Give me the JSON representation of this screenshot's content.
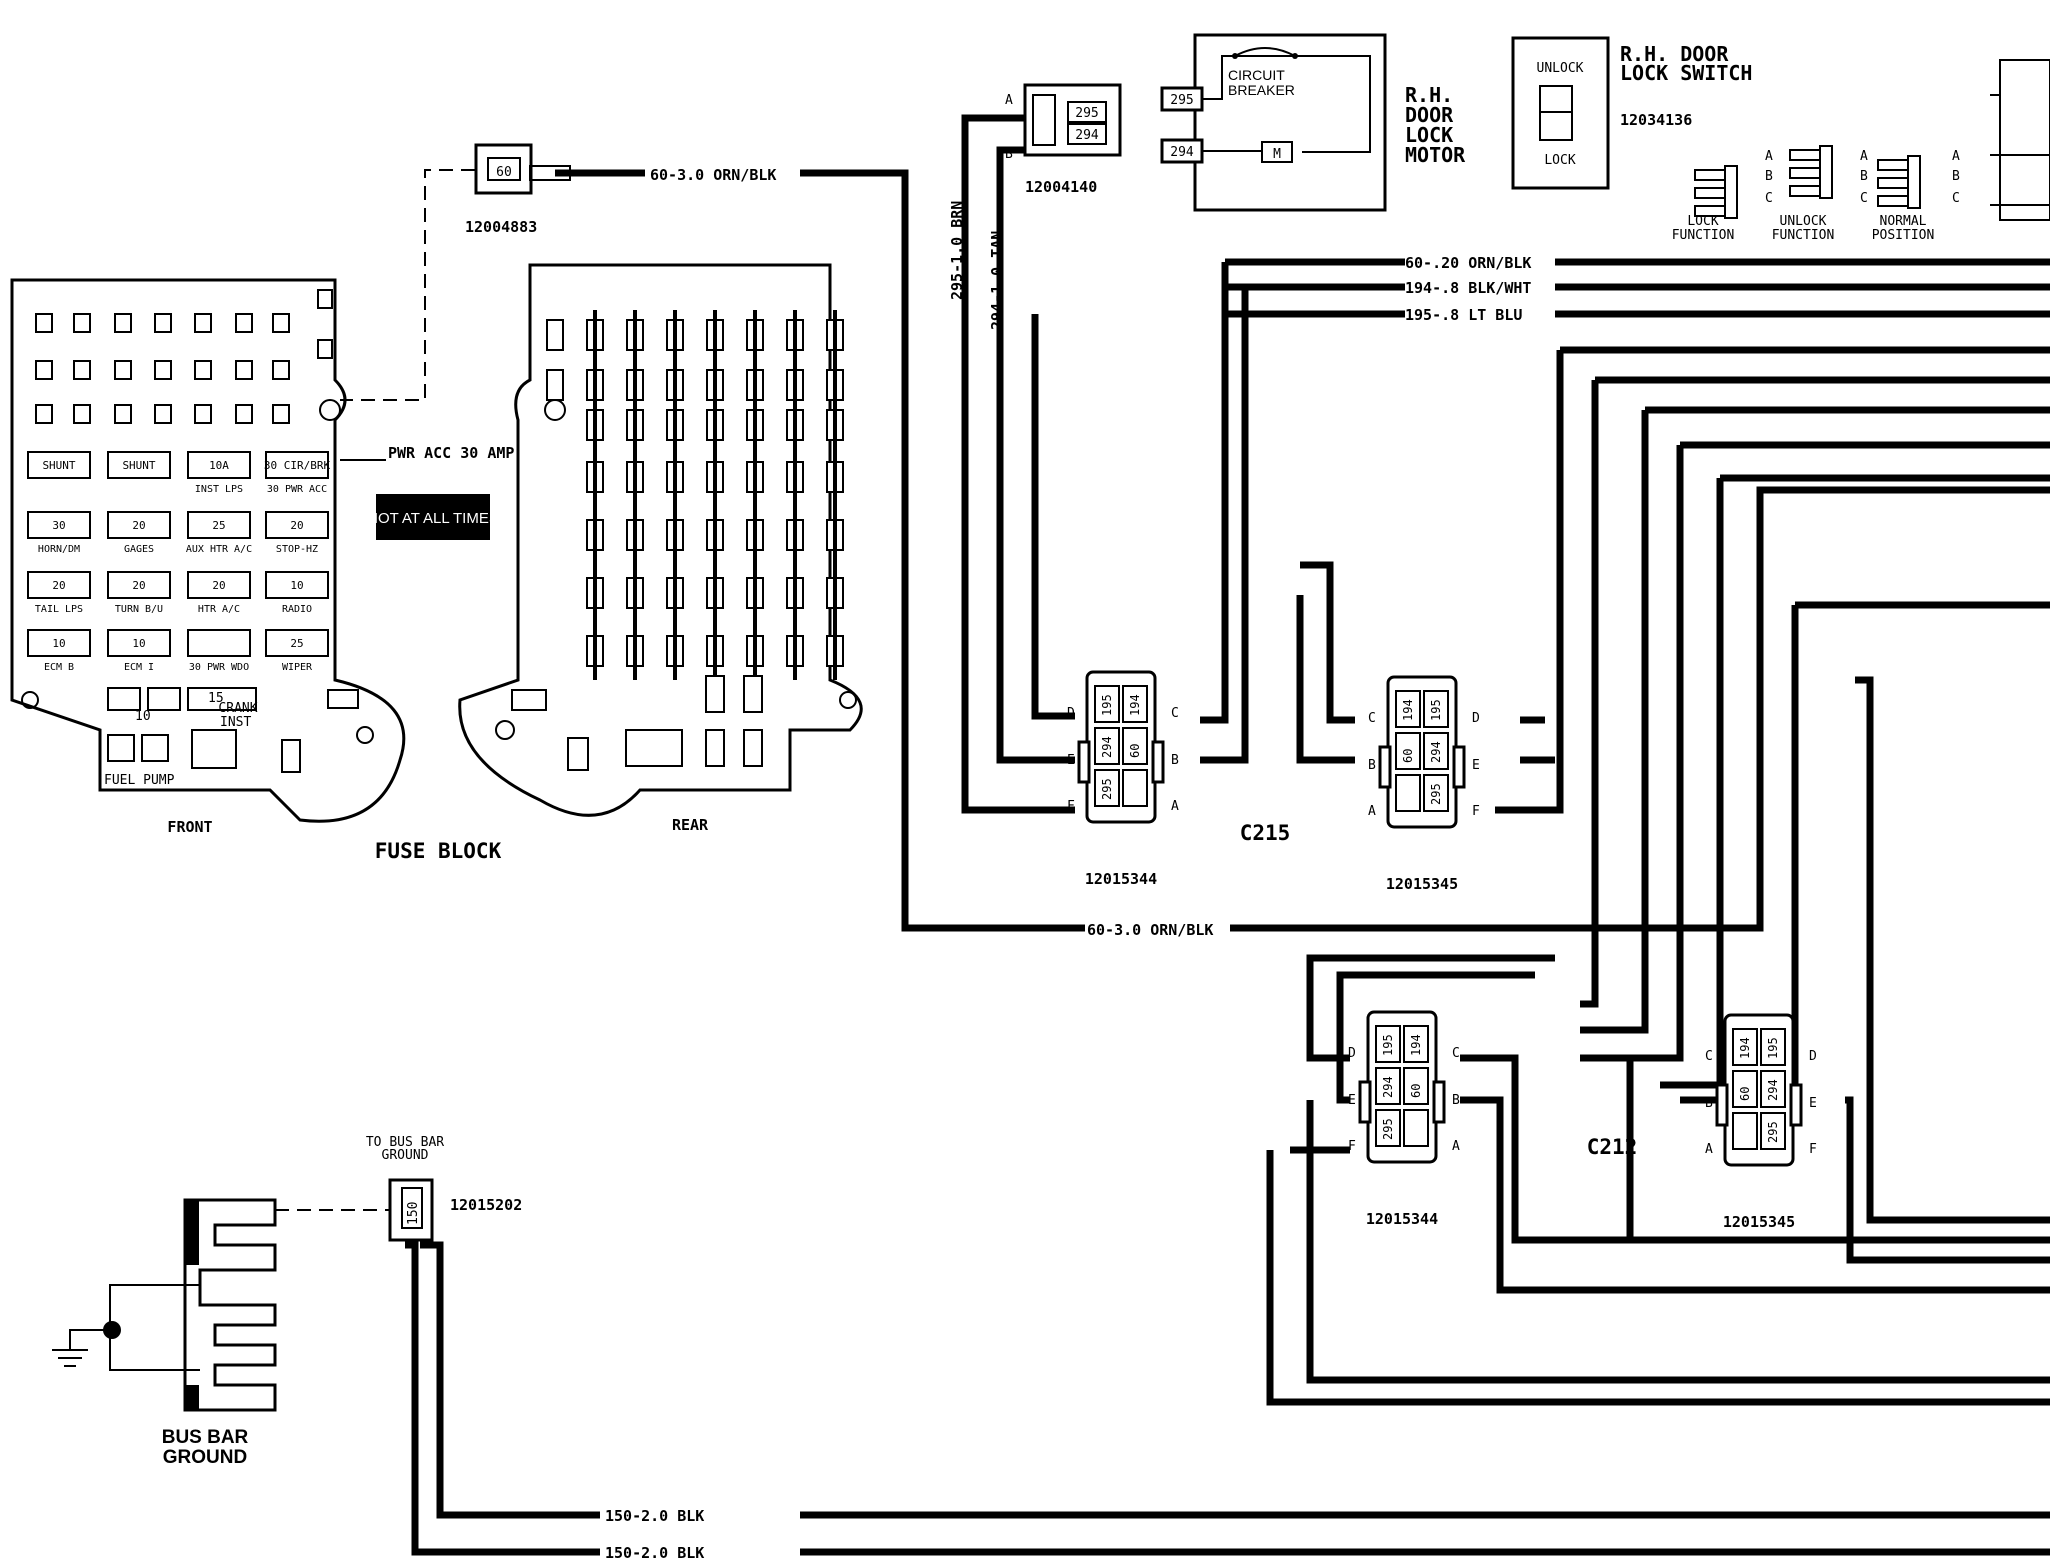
{
  "fuse_block": {
    "title": "FUSE BLOCK",
    "front_label": "FRONT",
    "rear_label": "REAR",
    "hot_label": "HOT AT ALL TIMES",
    "pwr_acc_label": "PWR ACC 30 AMP CIR/BRK",
    "fuses": [
      {
        "rating": "SHUNT",
        "name": ""
      },
      {
        "rating": "SHUNT",
        "name": ""
      },
      {
        "rating": "10A",
        "name": "INST LPS"
      },
      {
        "rating": "30 CIR/BRK",
        "name": "30 PWR ACC"
      },
      {
        "rating": "30",
        "name": "HORN/DM"
      },
      {
        "rating": "20",
        "name": "GAGES"
      },
      {
        "rating": "25",
        "name": "AUX HTR A/C"
      },
      {
        "rating": "20",
        "name": "STOP-HZ"
      },
      {
        "rating": "20",
        "name": "TAIL LPS"
      },
      {
        "rating": "20",
        "name": "TURN B/U"
      },
      {
        "rating": "20",
        "name": "HTR A/C"
      },
      {
        "rating": "10",
        "name": "RADIO"
      },
      {
        "rating": "10",
        "name": "ECM B"
      },
      {
        "rating": "10",
        "name": "ECM I"
      },
      {
        "rating": "",
        "name": "30 PWR WDO"
      },
      {
        "rating": "25",
        "name": "WIPER"
      }
    ],
    "small_fuses": [
      {
        "rating": "10",
        "name": "CRANK"
      },
      {
        "rating": "15",
        "name": "INST"
      },
      {
        "rating": "",
        "name": "FUEL PUMP"
      }
    ]
  },
  "connectors": {
    "c_60": {
      "pin": "60",
      "part": "12004883"
    },
    "c_door": {
      "part": "12004140",
      "pin_a": "A",
      "pin_b": "B",
      "pins": [
        "295",
        "294"
      ]
    },
    "c215_left": {
      "part": "12015344",
      "pins": [
        "195",
        "194",
        "294",
        "60",
        "295",
        ""
      ],
      "letters": [
        "D",
        "C",
        "E",
        "B",
        "F",
        "A"
      ]
    },
    "c215_right": {
      "part": "12015345",
      "pins": [
        "194",
        "195",
        "60",
        "294",
        "",
        "295"
      ],
      "letters": [
        "C",
        "D",
        "B",
        "E",
        "A",
        "F"
      ]
    },
    "c212_left": {
      "part": "12015344",
      "pins": [
        "195",
        "194",
        "294",
        "60",
        "295",
        ""
      ],
      "letters": [
        "D",
        "C",
        "E",
        "B",
        "F",
        "A"
      ]
    },
    "c212_right": {
      "part": "12015345",
      "pins": [
        "194",
        "195",
        "60",
        "294",
        "",
        "295"
      ],
      "letters": [
        "C",
        "D",
        "B",
        "E",
        "A",
        "F"
      ]
    },
    "c215_label": "C215",
    "c212_label": "C212",
    "bus_conn": {
      "pin": "150",
      "part": "12015202",
      "to_label": "TO BUS BAR GROUND"
    }
  },
  "motor": {
    "breaker": "CIRCUIT BREAKER",
    "pin_295": "295",
    "pin_294": "294",
    "motor_symbol": "M",
    "title": "R.H. DOOR LOCK MOTOR"
  },
  "switch": {
    "unlock": "UNLOCK",
    "lock": "LOCK",
    "title": "R.H. DOOR LOCK SWITCH",
    "part": "12034136",
    "functions": [
      "LOCK FUNCTION",
      "UNLOCK FUNCTION",
      "NORMAL POSITION"
    ],
    "pin_letters": [
      "A",
      "B",
      "C"
    ]
  },
  "wires": {
    "w60_top": "60-3.0 ORN/BLK",
    "w60_bottom": "60-3.0 ORN/BLK",
    "w60_small": "60-.20 ORN/BLK",
    "w194": "194-.8 BLK/WHT",
    "w195": "195-.8 LT BLU",
    "w295": "295-1.0 BRN",
    "w294": "294-1.0 TAN",
    "w150_a": "150-2.0 BLK",
    "w150_b": "150-2.0 BLK"
  },
  "bus_bar": {
    "title": "BUS BAR GROUND"
  }
}
